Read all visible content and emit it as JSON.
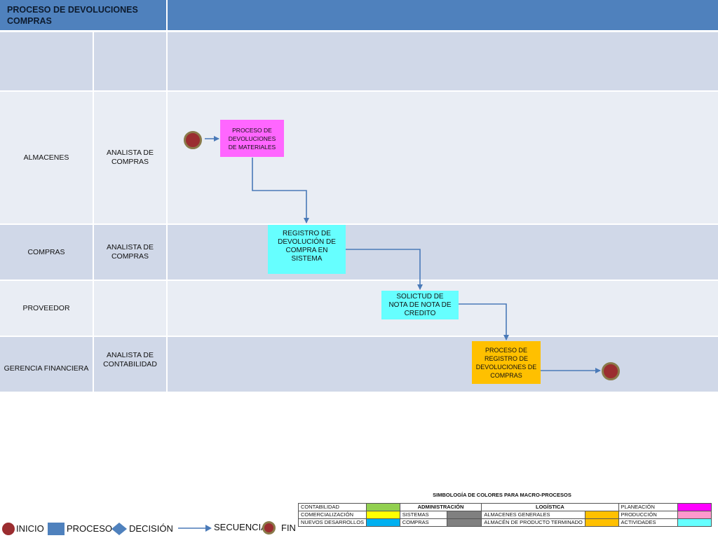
{
  "title": "PROCESO DE  DEVOLUCIONES\nCOMPRAS",
  "lanes": [
    {
      "area": "ALMACENES",
      "role": "ANALISTA DE\nCOMPRAS"
    },
    {
      "area": "COMPRAS",
      "role": "ANALISTA  DE\nCOMPRAS"
    },
    {
      "area": "PROVEEDOR",
      "role": ""
    },
    {
      "area": "GERENCIA  FINANCIERA",
      "role": "ANALISTA DE\nCONTABILIDAD"
    }
  ],
  "nodes": {
    "proc1": "PROCESO DE\nDEVOLUCIONES\nDE MATERIALES",
    "proc2": "REGISTRO DE\nDEVOLUCIÓN  DE\nCOMPRA EN\nSISTEMA",
    "proc3": "SOLICTUD DE\nNOTA DE NOTA DE\nCREDITO",
    "proc4": "PROCESO DE\nREGISTRO DE\nDEVOLUCIONES DE\nCOMPRAS"
  },
  "colors": {
    "header": "#4f81bd",
    "proc1": "#ff66ff",
    "proc2": "#66ffff",
    "proc3": "#66ffff",
    "proc4": "#ffc000",
    "event": "#9b2d30",
    "event_border": "#8a7a4a",
    "arrow": "#4a7ab8"
  },
  "legend": {
    "inicio": "INICIO",
    "proceso": "PROCESO",
    "decision": "DECISIÓN",
    "secuencia": "SECUENCIA",
    "fin": "FIN"
  },
  "symbology": {
    "title": "SIMBOLOGÍA DE COLORES PARA MACRO-PROCESOS",
    "rows": [
      [
        {
          "t": "CONTABILIDAD"
        },
        {
          "c": "#92d050"
        },
        {
          "t": "ADMINISTRACIÓN",
          "b": true,
          "span": 2
        },
        {
          "t": "LOGÍSTICA",
          "b": true,
          "span": 2
        },
        {
          "t": "PLANEACIÓN"
        },
        {
          "c": "#ff00ff"
        }
      ],
      [
        {
          "t": "COMERCIALIZACIÓN"
        },
        {
          "c": "#ffff00"
        },
        {
          "t": "SISTEMAS"
        },
        {
          "c": "#808080"
        },
        {
          "t": "ALMACENES GENERALES"
        },
        {
          "c": "#ffc000"
        },
        {
          "t": "PRODUCCIÓN"
        },
        {
          "c": "#ff99cc"
        }
      ],
      [
        {
          "t": "NUEVOS DESARROLLOS"
        },
        {
          "c": "#00b0f0"
        },
        {
          "t": "COMPRAS"
        },
        {
          "c": "#808080"
        },
        {
          "t": "ALMACÉN DE PRODUCTO TERMINADO"
        },
        {
          "c": "#ffc000"
        },
        {
          "t": "ACTIVIDADES"
        },
        {
          "c": "#66ffff"
        }
      ]
    ]
  }
}
